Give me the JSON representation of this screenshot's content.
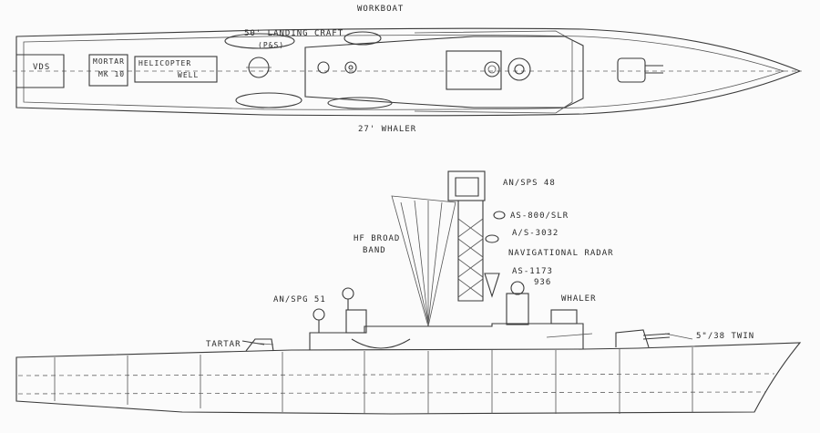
{
  "plan_view": {
    "workboat": "WORKBOAT",
    "landing_craft": "50' LANDING CRAFT",
    "landing_craft_sub": "(P&S)",
    "vds": "VDS",
    "mortar_line1": "MORTAR",
    "mortar_line2": "MK 10",
    "helicopter_line1": "HELICOPTER",
    "helicopter_line2": "WELL",
    "whaler": "27' WHALER"
  },
  "profile_view": {
    "an_sps_48": "AN/SPS 48",
    "as_800_slr": "AS-800/SLR",
    "as_3032": "A/S-3032",
    "hf_broad_line1": "HF BROAD",
    "hf_broad_line2": "BAND",
    "nav_radar": "NAVIGATIONAL RADAR",
    "as_1173": "AS-1173",
    "as_1173_sub": "936",
    "an_spg_51": "AN/SPG 51",
    "whaler": "WHALER",
    "tartar": "TARTAR",
    "gun": "5\"/38 TWIN"
  }
}
